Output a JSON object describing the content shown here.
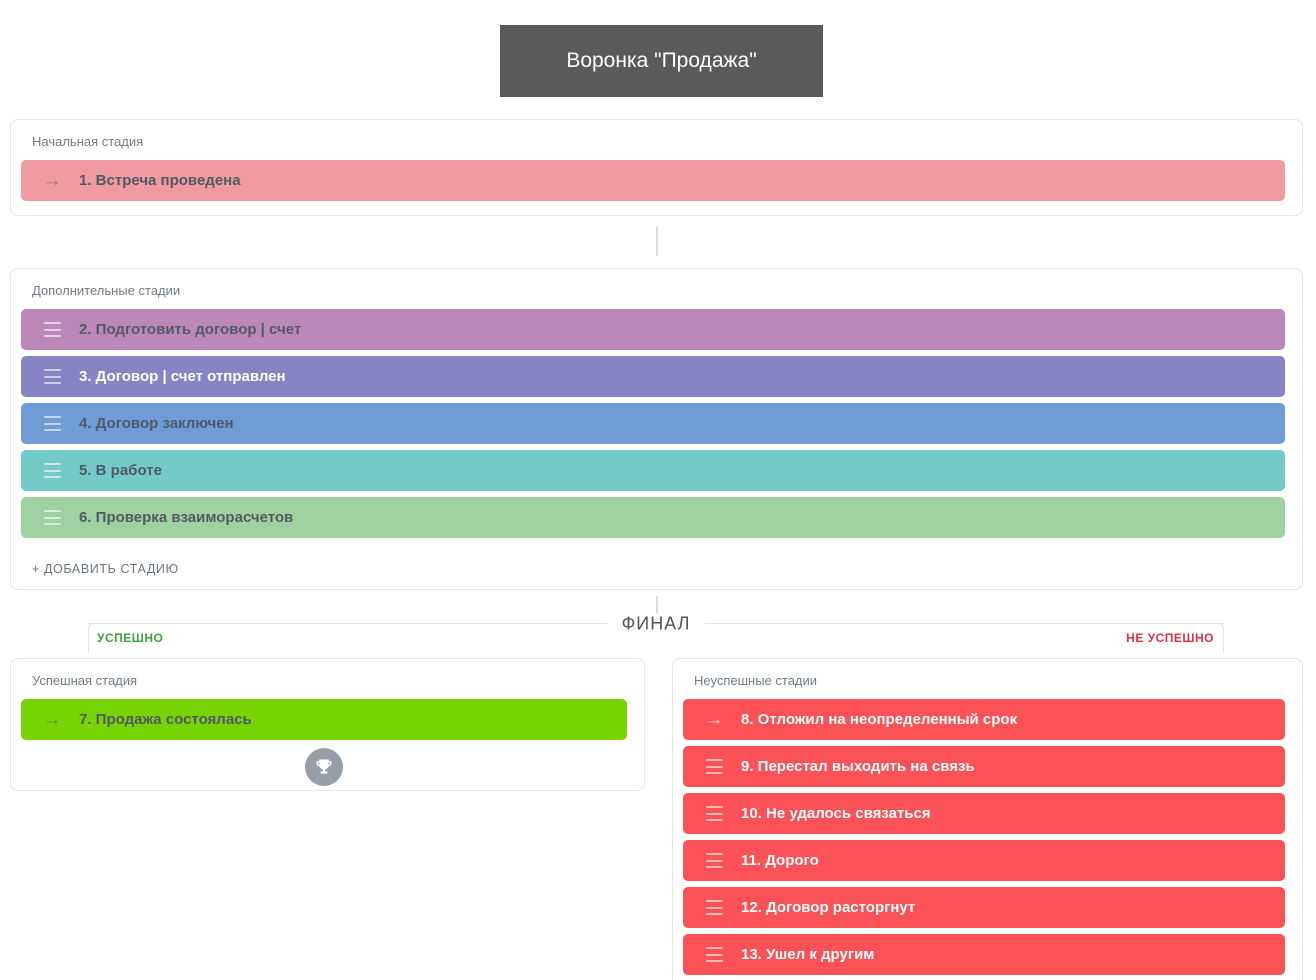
{
  "header": {
    "title": "Воронка \"Продажа\""
  },
  "colors": {
    "title_bg": "#5a5a5a",
    "card_border": "#e3e6ea",
    "connector": "#d9dee3",
    "section_label_text": "#737d86",
    "stage_text_dark": "#4f5a66",
    "stage_text_light": "#ffffff",
    "success_tab_text": "#3fa23f",
    "fail_tab_text": "#d8353e",
    "final_text": "#50555c",
    "trophy_bg": "#989ea7"
  },
  "sections": {
    "initial": {
      "label": "Начальная стадия",
      "stages": [
        {
          "label": "1. Встреча проведена",
          "color": "#f09ba1",
          "text": "dark",
          "icon": "arrow"
        }
      ]
    },
    "additional": {
      "label": "Дополнительные стадии",
      "stages": [
        {
          "label": "2. Подготовить договор | счет",
          "color": "#bc88ba",
          "text": "dark",
          "icon": "handle"
        },
        {
          "label": "3. Договор | счет отправлен",
          "color": "#8784c3",
          "text": "light",
          "icon": "handle"
        },
        {
          "label": "4. Договор заключен",
          "color": "#6f9cd6",
          "text": "dark",
          "icon": "handle"
        },
        {
          "label": "5. В работе",
          "color": "#74c9c9",
          "text": "dark",
          "icon": "handle"
        },
        {
          "label": "6. Проверка взаиморасчетов",
          "color": "#a0d2a1",
          "text": "dark",
          "icon": "handle"
        }
      ],
      "add_button_label": "+ ДОБАВИТЬ СТАДИЮ"
    },
    "final": {
      "divider_label": "ФИНАЛ",
      "success_tab_label": "УСПЕШНО",
      "fail_tab_label": "НЕ УСПЕШНО"
    },
    "success": {
      "label": "Успешная стадия",
      "stages": [
        {
          "label": "7. Продажа состоялась",
          "color": "#77d402",
          "text": "dark",
          "icon": "arrow"
        }
      ],
      "footer_icon": "trophy"
    },
    "fail": {
      "label": "Неуспешные стадии",
      "stages": [
        {
          "label": "8. Отложил на неопределенный срок",
          "color": "#fa5257",
          "text": "light",
          "icon": "arrow"
        },
        {
          "label": "9. Перестал выходить на связь",
          "color": "#fa5257",
          "text": "light",
          "icon": "handle"
        },
        {
          "label": "10. Не удалось связаться",
          "color": "#fa5257",
          "text": "light",
          "icon": "handle"
        },
        {
          "label": "11. Дорого",
          "color": "#fa5257",
          "text": "light",
          "icon": "handle"
        },
        {
          "label": "12. Договор расторгнут",
          "color": "#fa5257",
          "text": "light",
          "icon": "handle"
        },
        {
          "label": "13. Ушел к другим",
          "color": "#fa5257",
          "text": "light",
          "icon": "handle"
        }
      ]
    }
  }
}
